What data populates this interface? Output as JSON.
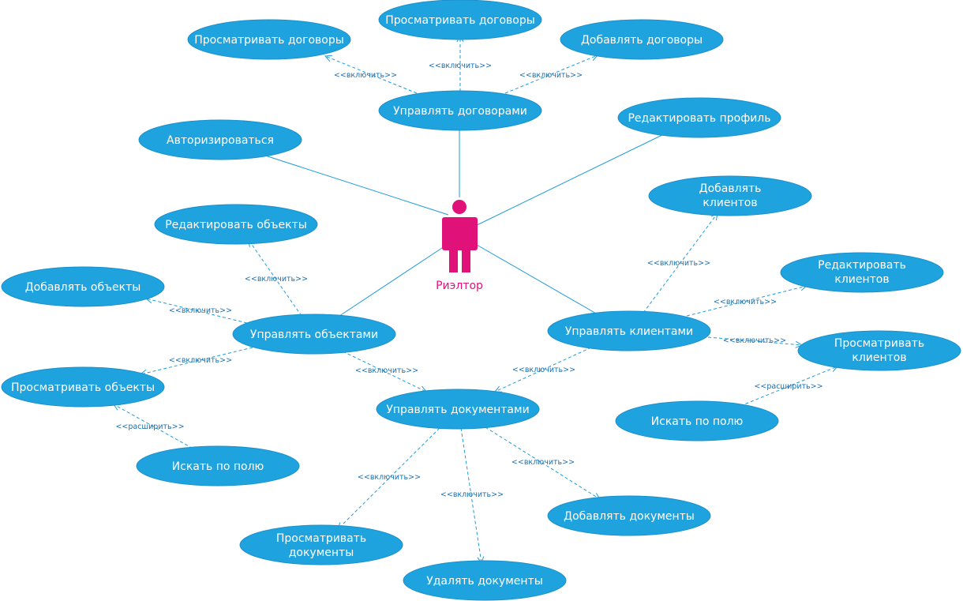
{
  "actor": {
    "name": "Риэлтор",
    "color": "#e0127a"
  },
  "colors": {
    "use_case_fill": "#1fa3df",
    "line": "#1f9bd9",
    "label": "#1b6fb0"
  },
  "use_cases": {
    "view_contracts_left": "Просматривать договоры",
    "view_contracts_top": "Просматривать договоры",
    "add_contracts": "Добавлять договоры",
    "manage_contracts": "Управлять договорами",
    "authorize": "Авторизироваться",
    "edit_profile": "Редактировать профиль",
    "edit_objects": "Редактировать объекты",
    "add_objects": "Добавлять объекты",
    "manage_objects": "Управлять объектами",
    "view_objects": "Просматривать объекты",
    "search_field_left": "Искать по полю",
    "add_clients": [
      "Добавлять",
      "клиентов"
    ],
    "edit_clients": [
      "Редактировать",
      "клиентов"
    ],
    "manage_clients": "Управлять клиентами",
    "view_clients": [
      "Просматривать",
      "клиентов"
    ],
    "search_field_right": "Искать по полю",
    "manage_documents": "Управлять документами",
    "view_documents": [
      "Просматривать",
      "документы"
    ],
    "delete_documents": "Удалять документы",
    "add_documents": "Добавлять документы"
  },
  "stereotypes": {
    "include": "<<включить>>",
    "extend": "<<расширить>>"
  }
}
